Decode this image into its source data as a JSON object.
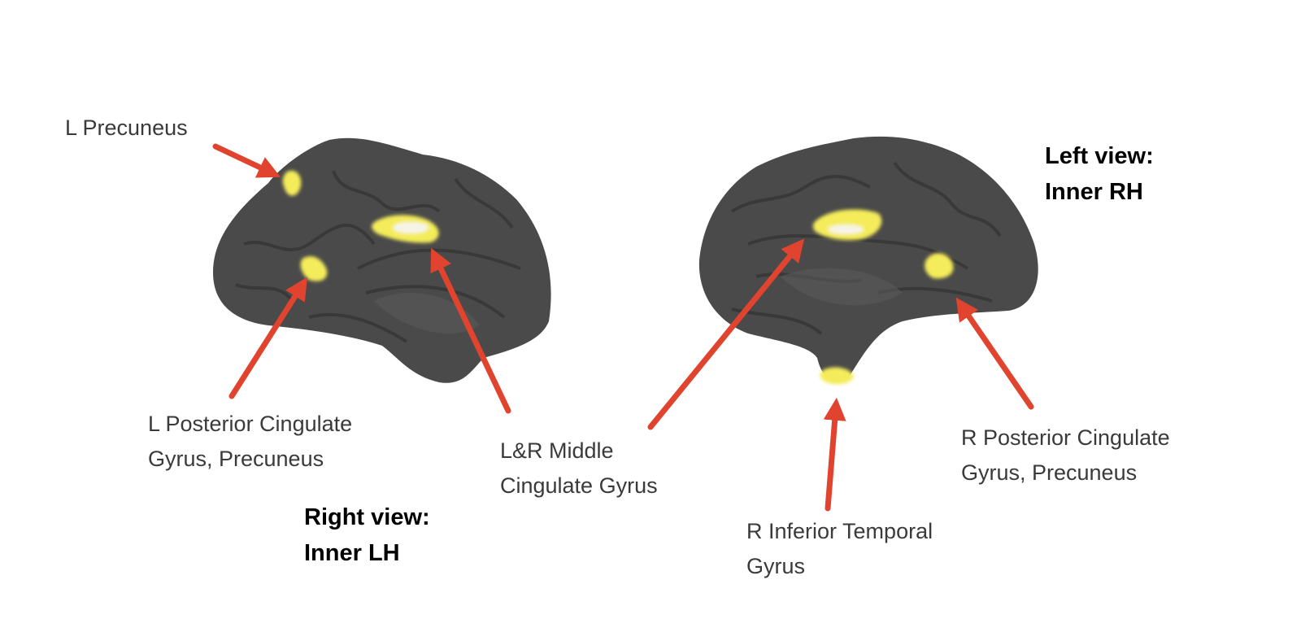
{
  "colors": {
    "brain": "#4a4a4a",
    "activation": "#f4ec5a",
    "arrow": "#e0442f"
  },
  "labels": {
    "l_precuneus": "L Precuneus",
    "l_pcg": [
      "L Posterior Cingulate",
      "Gyrus, Precuneus"
    ],
    "lr_mcg": [
      "L&R Middle",
      "Cingulate Gyrus"
    ],
    "r_itg": [
      "R Inferior Temporal",
      "Gyrus"
    ],
    "r_pcg": [
      "R Posterior Cingulate",
      "Gyrus, Precuneus"
    ]
  },
  "views": {
    "right_view": [
      "Right view:",
      "Inner LH"
    ],
    "left_view": [
      "Left view:",
      "Inner RH"
    ]
  }
}
